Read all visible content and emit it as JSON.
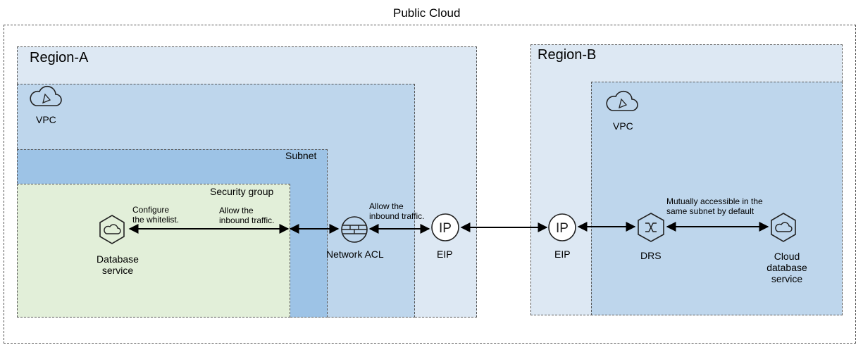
{
  "public_cloud": {
    "title": "Public Cloud"
  },
  "region_a": {
    "title": "Region-A",
    "vpc_label": "VPC",
    "subnet_label": "Subnet",
    "security_group_label": "Security group",
    "database_service": {
      "line1": "Database",
      "line2": "service"
    },
    "configure_note": {
      "line1": "Configure",
      "line2": "the whitelist."
    },
    "allow_inbound_sg": {
      "line1": "Allow the",
      "line2": "inbound traffic."
    },
    "network_acl_label": "Network ACL",
    "allow_inbound_acl": {
      "line1": "Allow the",
      "line2": "inbound traffic."
    },
    "eip_label": "EIP"
  },
  "region_b": {
    "title": "Region-B",
    "vpc_label": "VPC",
    "eip_label": "EIP",
    "drs_label": "DRS",
    "mutual_note": {
      "line1": "Mutually accessible in the",
      "line2": "same subnet by default"
    },
    "cloud_db": {
      "line1": "Cloud",
      "line2": "database",
      "line3": "service"
    }
  },
  "colors": {
    "region_fill": "#dde8f3",
    "vpc_fill": "#bed6ec",
    "subnet_fill": "#9dc3e6",
    "security_group_fill": "#e2efd9",
    "stroke": "#555555"
  },
  "icons": [
    "cloud-vpc-icon",
    "database-service-icon",
    "network-acl-icon",
    "eip-icon",
    "drs-icon",
    "cloud-database-icon"
  ]
}
